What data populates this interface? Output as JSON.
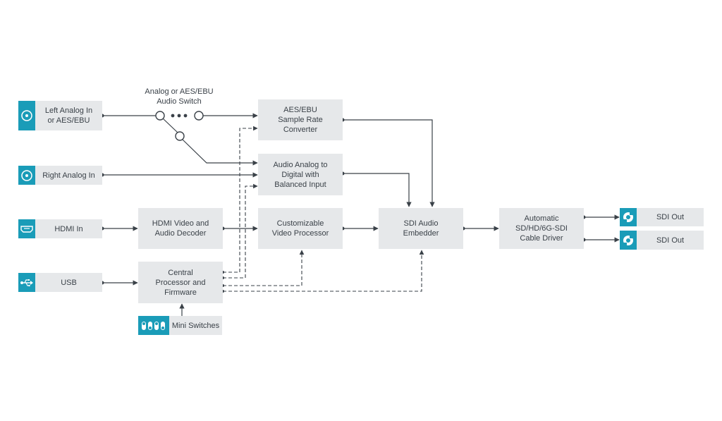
{
  "inputs": {
    "left_analog": "Left Analog In\nor AES/EBU",
    "right_analog": "Right Analog In",
    "hdmi_in": "HDMI In",
    "usb": "USB",
    "mini_switches": "Mini Switches"
  },
  "switch_label": "Analog or AES/EBU\nAudio Switch",
  "blocks": {
    "aes_src": "AES/EBU\nSample Rate\nConverter",
    "audio_analog": "Audio Analog to\nDigital with\nBalanced Input",
    "hdmi_decoder": "HDMI Video and\nAudio Decoder",
    "video_processor": "Customizable\nVideo Processor",
    "sdi_embedder": "SDI Audio\nEmbedder",
    "cable_driver": "Automatic\nSD/HD/6G-SDI\nCable Driver",
    "cpu": "Central\nProcessor and\nFirmware"
  },
  "outputs": {
    "sdi_out_1": "SDI Out",
    "sdi_out_2": "SDI Out"
  },
  "colors": {
    "accent": "#1a9cb8",
    "box": "#e6e8ea",
    "line": "#3a4148"
  },
  "icons": {
    "analog": "circle-connector-icon",
    "hdmi": "hdmi-port-icon",
    "usb": "usb-icon",
    "mini_switches": "dip-switch-icon",
    "sdi": "bnc-connector-icon"
  }
}
